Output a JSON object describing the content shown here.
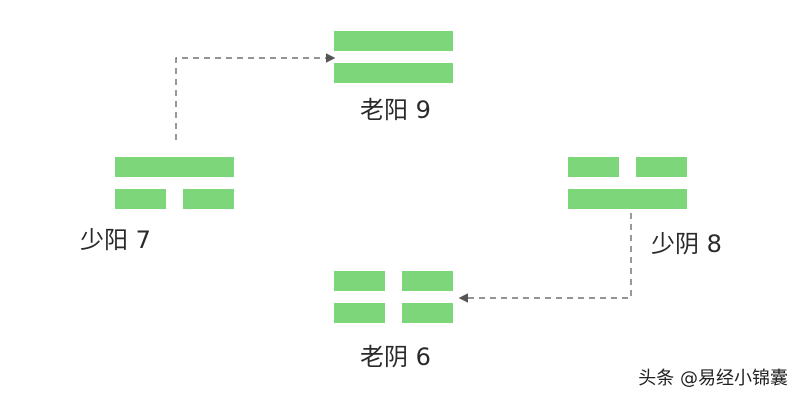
{
  "colors": {
    "line_green": "#7ed67a",
    "connector": "#555555",
    "text": "#2a2a2a"
  },
  "hexagrams": [
    {
      "id": "laoyang",
      "label": "老阳 9",
      "lines": [
        "solid",
        "solid"
      ]
    },
    {
      "id": "shaoyang",
      "label": "少阳 7",
      "lines": [
        "solid",
        "broken"
      ]
    },
    {
      "id": "shaoyin",
      "label": "少阴 8",
      "lines": [
        "broken",
        "solid"
      ]
    },
    {
      "id": "laoyin",
      "label": "老阴 6",
      "lines": [
        "broken",
        "broken"
      ]
    }
  ],
  "connectors": [
    {
      "from": "shaoyang",
      "to": "laoyang",
      "style": "dashed-arrow"
    },
    {
      "from": "shaoyin",
      "to": "laoyin",
      "style": "dashed-arrow"
    }
  ],
  "watermark": "头条 @易经小锦囊"
}
